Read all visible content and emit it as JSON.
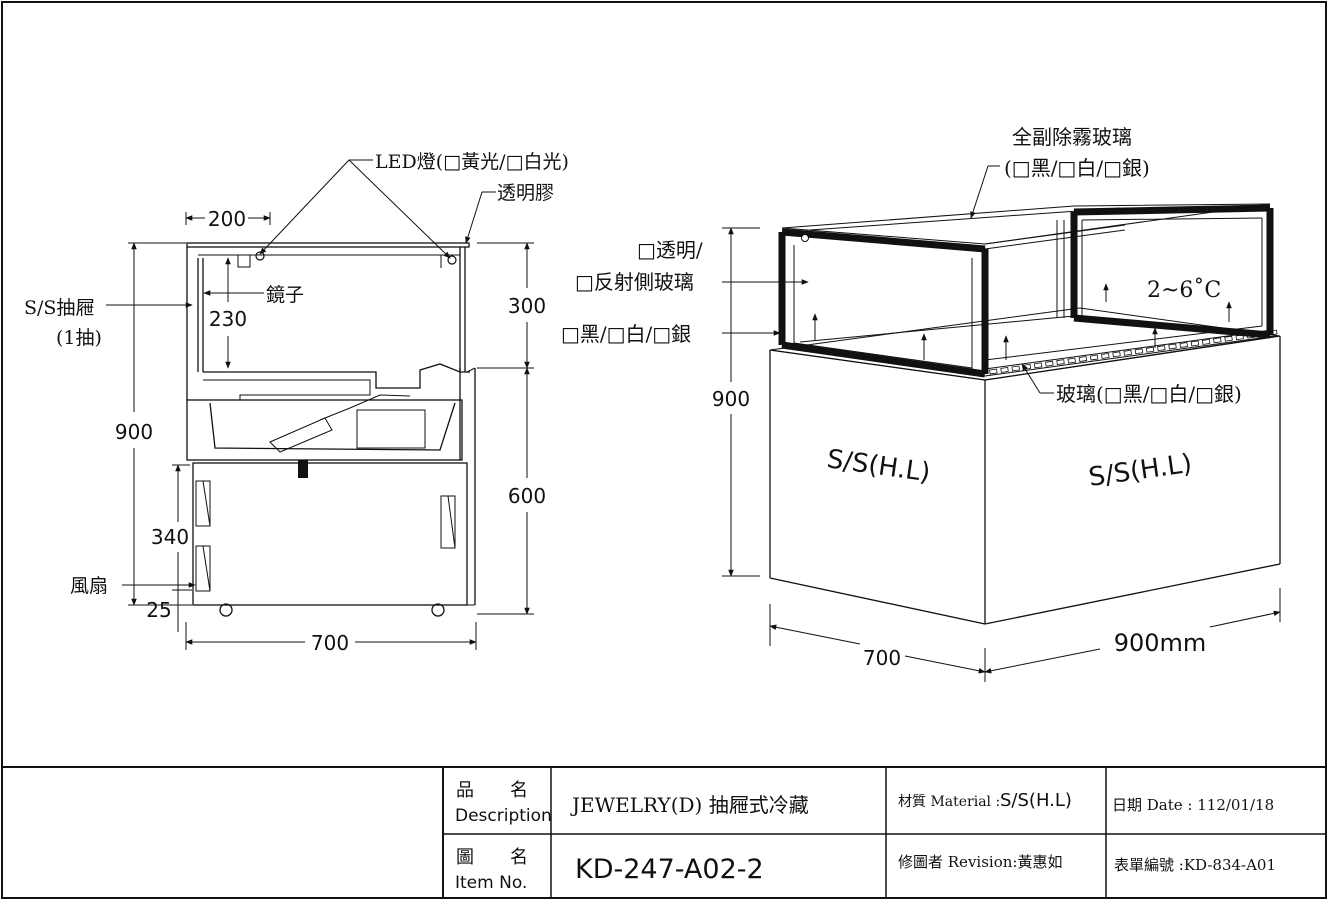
{
  "side_view": {
    "led_label": "LED燈(□黃光/□白光)",
    "clear_glue_label": "透明膠",
    "mirror_label": "鏡子",
    "drawer_label": "S/S抽屜",
    "drawer_count_label": "(1抽)",
    "fan_label": "風扇",
    "dim_200": "200",
    "dim_230": "230",
    "dim_300": "300",
    "dim_600": "600",
    "dim_900": "900",
    "dim_340": "340",
    "dim_25": "25",
    "dim_700": "700"
  },
  "iso_view": {
    "glass_top_label": "全副除霧玻璃",
    "glass_top_colors": "(□黑/□白/□銀)",
    "side_glass_label_1": "□透明/",
    "side_glass_label_2": "□反射側玻璃",
    "frame_color_label": "□黑/□白/□銀",
    "temperature_label": "2~6˚C",
    "glass_floor_label": "玻璃(□黑/□白/□銀)",
    "front_material": "S/S(H.L)",
    "side_material": "S/S(H.L)",
    "dim_height": "900",
    "dim_depth": "700",
    "dim_width": "900mm"
  },
  "title_block": {
    "desc_label_cn": "品　　名",
    "desc_label_en": "Description",
    "desc_value": "JEWELRY(D) 抽屜式冷藏",
    "item_label_cn": "圖　　名",
    "item_label_en": "Item No.",
    "item_value": "KD-247-A02-2",
    "material_label": "材質 Material :",
    "material_value": "S/S(H.L)",
    "date_text": "日期 Date : 112/01/18",
    "revision_text": "修圖者 Revision:黃惠如",
    "form_text": "表單編號 :KD-834-A01"
  }
}
